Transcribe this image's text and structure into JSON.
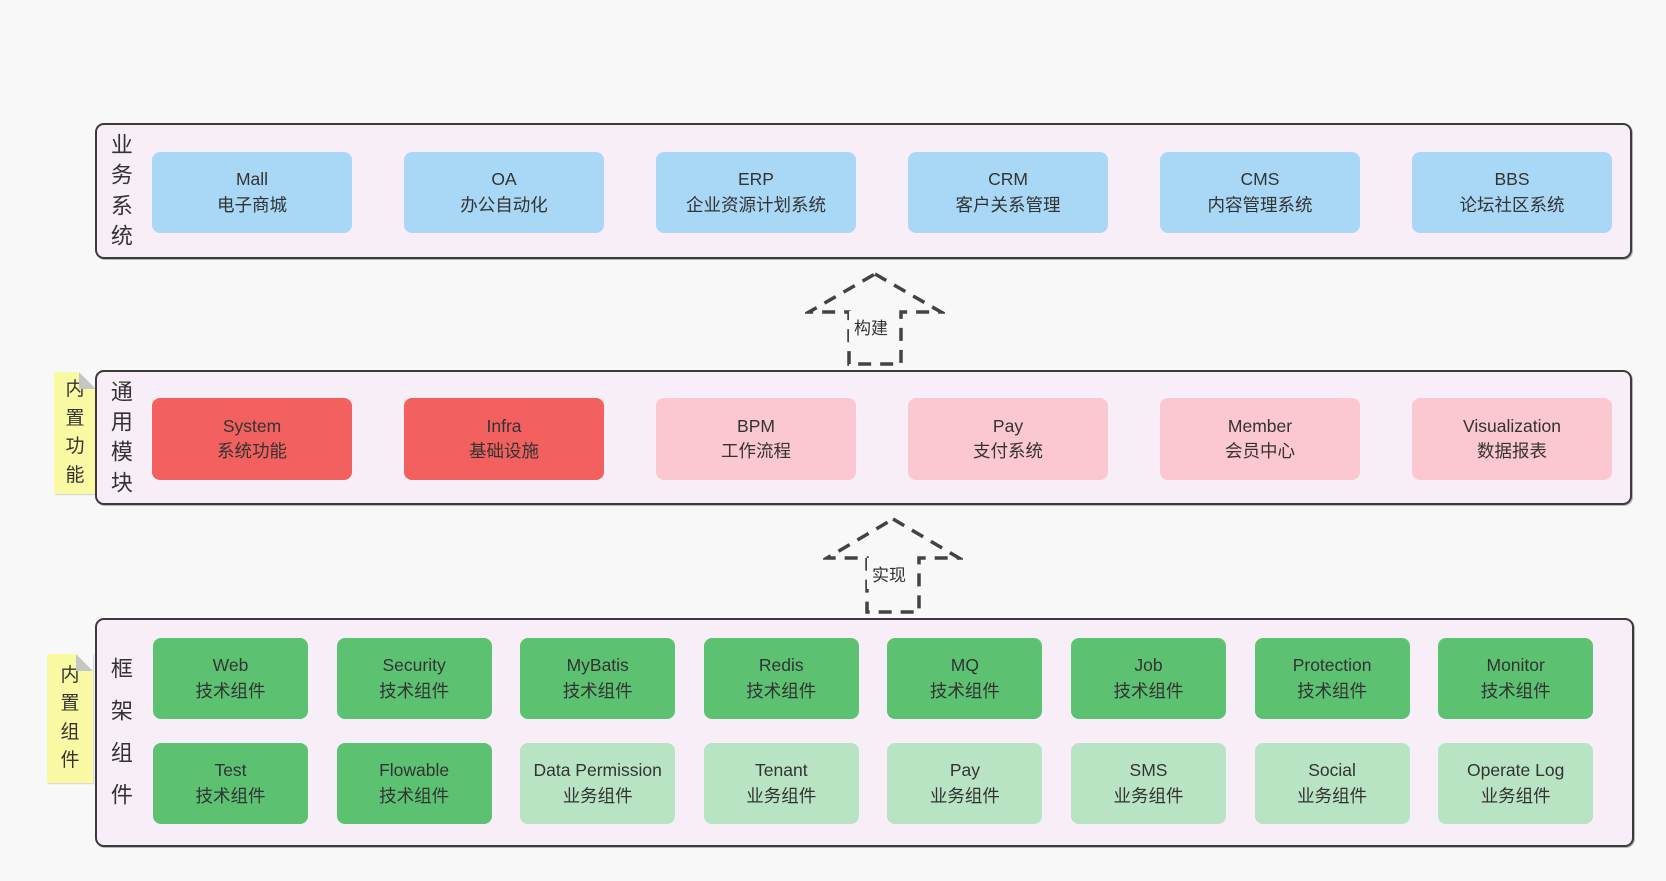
{
  "diagram": {
    "layers": [
      {
        "id": "business",
        "label": "业务系统",
        "boxes": [
          {
            "name": "Mall",
            "desc": "电子商城",
            "style": "blue"
          },
          {
            "name": "OA",
            "desc": "办公自动化",
            "style": "blue"
          },
          {
            "name": "ERP",
            "desc": "企业资源计划系统",
            "style": "blue"
          },
          {
            "name": "CRM",
            "desc": "客户关系管理",
            "style": "blue"
          },
          {
            "name": "CMS",
            "desc": "内容管理系统",
            "style": "blue"
          },
          {
            "name": "BBS",
            "desc": "论坛社区系统",
            "style": "blue"
          }
        ]
      },
      {
        "id": "modules",
        "label": "通用模块",
        "sticky": "内置功能",
        "boxes": [
          {
            "name": "System",
            "desc": "系统功能",
            "style": "red"
          },
          {
            "name": "Infra",
            "desc": "基础设施",
            "style": "red"
          },
          {
            "name": "BPM",
            "desc": "工作流程",
            "style": "pink"
          },
          {
            "name": "Pay",
            "desc": "支付系统",
            "style": "pink"
          },
          {
            "name": "Member",
            "desc": "会员中心",
            "style": "pink"
          },
          {
            "name": "Visualization",
            "desc": "数据报表",
            "style": "pink"
          }
        ]
      },
      {
        "id": "components",
        "label": "框架组件",
        "sticky": "内置组件",
        "rows": [
          [
            {
              "name": "Web",
              "desc": "技术组件",
              "style": "green"
            },
            {
              "name": "Security",
              "desc": "技术组件",
              "style": "green"
            },
            {
              "name": "MyBatis",
              "desc": "技术组件",
              "style": "green"
            },
            {
              "name": "Redis",
              "desc": "技术组件",
              "style": "green"
            },
            {
              "name": "MQ",
              "desc": "技术组件",
              "style": "green"
            },
            {
              "name": "Job",
              "desc": "技术组件",
              "style": "green"
            },
            {
              "name": "Protection",
              "desc": "技术组件",
              "style": "green"
            },
            {
              "name": "Monitor",
              "desc": "技术组件",
              "style": "green"
            }
          ],
          [
            {
              "name": "Test",
              "desc": "技术组件",
              "style": "green"
            },
            {
              "name": "Flowable",
              "desc": "技术组件",
              "style": "green"
            },
            {
              "name": "Data Permission",
              "desc": "业务组件",
              "style": "lightgreen"
            },
            {
              "name": "Tenant",
              "desc": "业务组件",
              "style": "lightgreen"
            },
            {
              "name": "Pay",
              "desc": "业务组件",
              "style": "lightgreen"
            },
            {
              "name": "SMS",
              "desc": "业务组件",
              "style": "lightgreen"
            },
            {
              "name": "Social",
              "desc": "业务组件",
              "style": "lightgreen"
            },
            {
              "name": "Operate Log",
              "desc": "业务组件",
              "style": "lightgreen"
            }
          ]
        ]
      }
    ],
    "arrows": [
      {
        "id": "build",
        "label": "构建"
      },
      {
        "id": "implement",
        "label": "实现"
      }
    ],
    "colors": {
      "page": "#f8f8f8",
      "container": "#f8eef7",
      "border": "#3b3b3b",
      "text": "#333333",
      "blue": "#a9d8f6",
      "red": "#f2605f",
      "pink": "#fbc7d0",
      "green": "#5cc272",
      "lightgreen": "#b9e4c3",
      "sticky": "#fafaa5"
    }
  }
}
